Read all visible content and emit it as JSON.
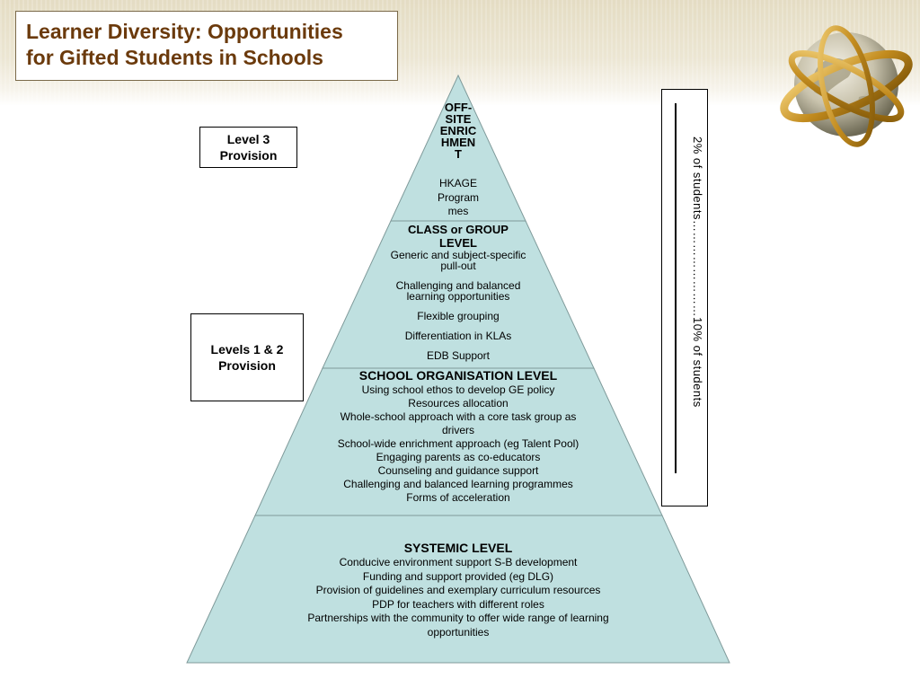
{
  "slide": {
    "title_line1": "Learner Diversity: Opportunities",
    "title_line2": "for Gifted Students in Schools"
  },
  "colors": {
    "title": "#6b3a0c",
    "pyramid_fill": "#bfe0e0",
    "pyramid_stroke": "#7f9a9a"
  },
  "tiers": {
    "off_site": {
      "heading_lines": [
        "OFF-",
        "SITE",
        "ENRIC",
        "HMEN",
        "T"
      ],
      "items": [
        "HKAGE",
        "Program",
        "mes"
      ]
    },
    "class_group": {
      "heading_lines": [
        "CLASS or GROUP",
        "LEVEL"
      ],
      "items": [
        "Generic and subject-specific",
        "pull-out",
        "Challenging and balanced",
        "learning opportunities",
        "Flexible grouping",
        "Differentiation in KLAs",
        "EDB Support"
      ]
    },
    "school_org": {
      "heading": "SCHOOL ORGANISATION LEVEL",
      "items": [
        "Using school ethos to develop GE policy",
        "Resources allocation",
        "Whole-school approach with a core task group as",
        "drivers",
        "School-wide enrichment approach (eg Talent Pool)",
        "Engaging parents as co-educators",
        "Counseling and guidance support",
        "Challenging and balanced learning programmes",
        "Forms of acceleration"
      ]
    },
    "systemic": {
      "heading": "SYSTEMIC LEVEL",
      "items": [
        "Conducive environment support S-B development",
        "Funding and support provided (eg DLG)",
        "Provision of guidelines and exemplary curriculum resources",
        "PDP for teachers with different roles",
        "Partnerships with the community to offer wide range of learning",
        "opportunities"
      ]
    }
  },
  "labels": {
    "level3": [
      "Level 3",
      "Provision"
    ],
    "level12": [
      "Levels 1 & 2",
      "Provision"
    ]
  },
  "side_note": "2% of students……………………10% of students"
}
